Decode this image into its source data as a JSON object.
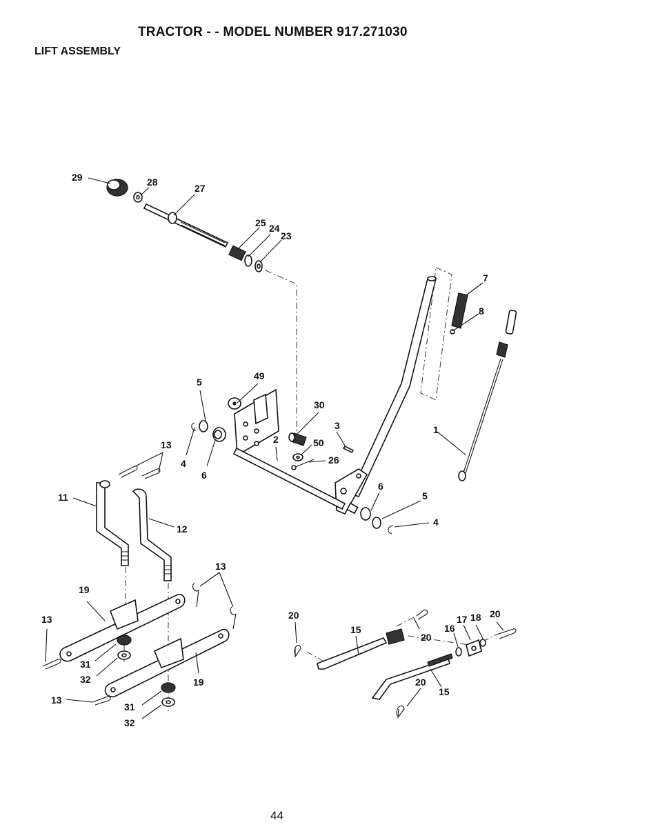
{
  "header": {
    "title": "TRACTOR - - MODEL NUMBER 917.271030",
    "subtitle": "LIFT ASSEMBLY"
  },
  "footer": {
    "page_number": "44"
  },
  "callouts": {
    "c29": "29",
    "c28": "28",
    "c27": "27",
    "c25": "25",
    "c24": "24",
    "c23": "23",
    "c7": "7",
    "c8": "8",
    "c49": "49",
    "c5a": "5",
    "c30": "30",
    "c3": "3",
    "c1": "1",
    "c13a": "13",
    "c4a": "4",
    "c6a": "6",
    "c2": "2",
    "c50": "50",
    "c26": "26",
    "c11": "11",
    "c12": "12",
    "c6b": "6",
    "c5b": "5",
    "c4b": "4",
    "c13b": "13",
    "c19a": "19",
    "c13c": "13",
    "c20a": "20",
    "c15a": "15",
    "c20b": "20",
    "c16": "16",
    "c17": "17",
    "c18": "18",
    "c20c": "20",
    "c31a": "31",
    "c32a": "32",
    "c19b": "19",
    "c13d": "13",
    "c31b": "31",
    "c32b": "32",
    "c20d": "20",
    "c15b": "15"
  }
}
